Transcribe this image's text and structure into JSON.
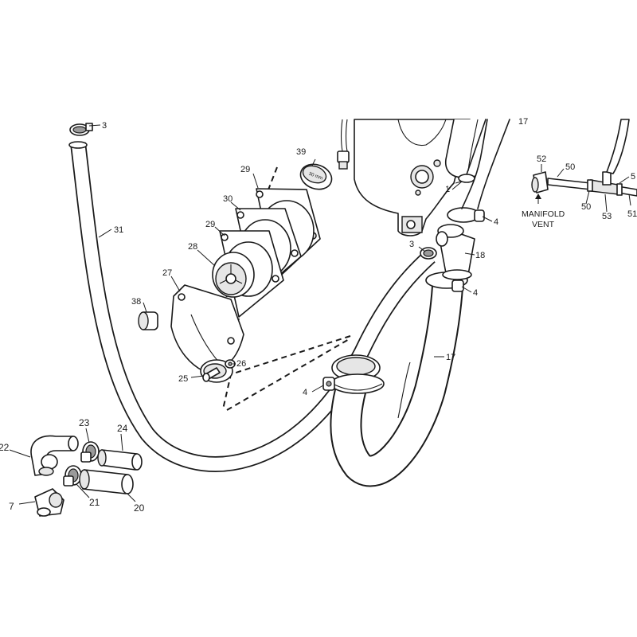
{
  "callouts": {
    "c1": "1",
    "c3a": "3",
    "c3b": "3",
    "c4a": "4",
    "c4b": "4",
    "c4c": "4",
    "c7": "7",
    "c17a": "17",
    "c17b": "17",
    "c18": "18",
    "c20": "20",
    "c21": "21",
    "c22": "22",
    "c23": "23",
    "c24": "24",
    "c25": "25",
    "c26": "26",
    "c27": "27",
    "c28": "28",
    "c29a": "29",
    "c29b": "29",
    "c30": "30",
    "c31": "31",
    "c38": "38",
    "c39": "39",
    "c50a": "50",
    "c50b": "50",
    "c51a": "5",
    "c51b": "51",
    "c52": "52",
    "c53": "53"
  },
  "annotations": {
    "manifold_vent_line1": "MANIFOLD",
    "manifold_vent_line2": "VENT",
    "cap_text": "30 mm"
  },
  "colors": {
    "line": "#1a1a1a",
    "fill": "#ffffff",
    "shade": "#e6e6e6"
  }
}
